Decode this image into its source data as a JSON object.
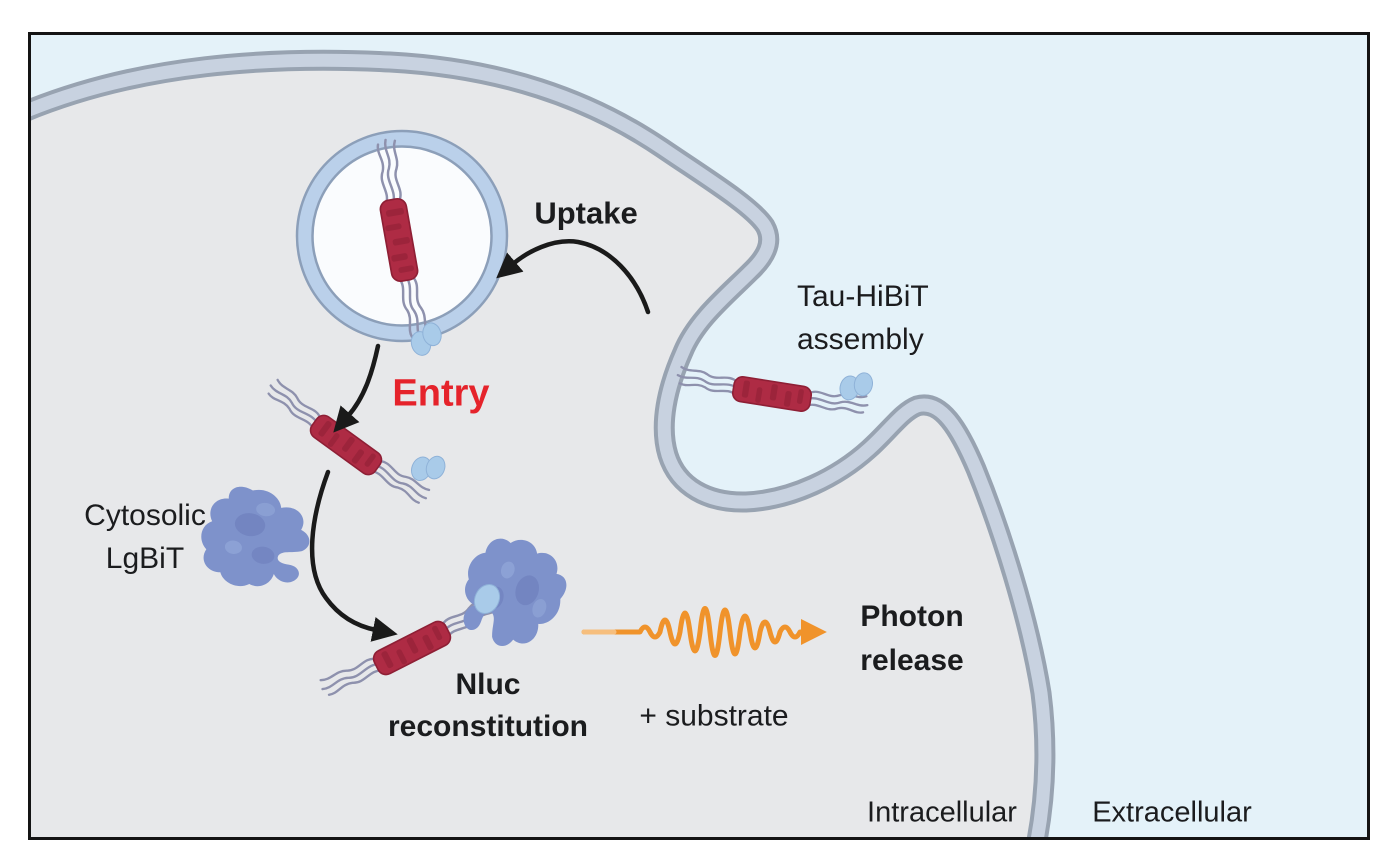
{
  "figure": {
    "type": "cell-pathway-diagram",
    "labels": {
      "uptake": "Uptake",
      "entry": "Entry",
      "tau_hibit_line1": "Tau-HiBiT",
      "tau_hibit_line2": "assembly",
      "cytosolic_line1": "Cytosolic",
      "cytosolic_line2": "LgBiT",
      "nluc_line1": "Nluc",
      "nluc_line2": "reconstitution",
      "substrate": "+ substrate",
      "photon_line1": "Photon",
      "photon_line2": "release",
      "intracellular": "Intracellular",
      "extracellular": "Extracellular"
    },
    "colors": {
      "frame_border": "#141414",
      "extracellular_bg": "#E4F2F9",
      "intracellular_bg": "#E7E8EA",
      "membrane_fill": "#C8D2E0",
      "membrane_outline": "#98A3B1",
      "vesicle_ring": "#BAD0EA",
      "vesicle_outline": "#8C9FB9",
      "vesicle_interior": "#FAFCFE",
      "fibril_core": "#AE2B44",
      "fibril_core_dark": "#8E1F35",
      "fibril_tail": "#8E91AD",
      "hibit_tag": "#A9CBE9",
      "hibit_tag_edge": "#8FB2D8",
      "lgbit_body": "#7E92CB",
      "lgbit_dark_patch": "#6878B8",
      "lgbit_light_patch": "#93A8D8",
      "photon_wave": "#F0932B",
      "photon_wave_fade": "#F7C68C",
      "arrow": "#1A1A1A",
      "entry_text": "#E5232B",
      "text": "#1B1C1E"
    }
  }
}
